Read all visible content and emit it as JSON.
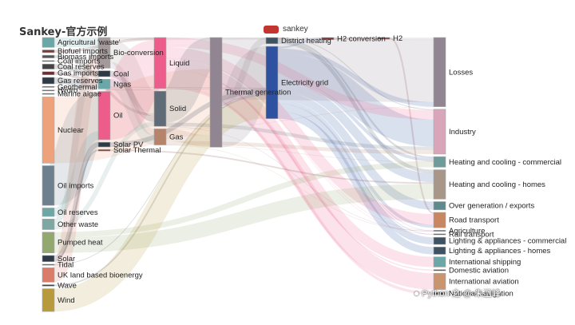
{
  "chart_data": {
    "type": "sankey",
    "title": "Sankey-官方示例",
    "legend": {
      "label": "sankey",
      "position": "top-center",
      "color": "#c23531"
    },
    "nodes": [
      {
        "name": "Agricultural 'waste'",
        "color": "#6ba7a6"
      },
      {
        "name": "Bio-conversion",
        "color": "#a49a9b"
      },
      {
        "name": "Liquid",
        "color": "#ec5d8c"
      },
      {
        "name": "Losses",
        "color": "#908590"
      },
      {
        "name": "Solid",
        "color": "#5f6b77"
      },
      {
        "name": "Gas",
        "color": "#b5846a"
      },
      {
        "name": "Biofuel imports",
        "color": "#7a3b3b"
      },
      {
        "name": "Biomass imports",
        "color": "#555555"
      },
      {
        "name": "Coal imports",
        "color": "#444444"
      },
      {
        "name": "Coal",
        "color": "#2e3a46"
      },
      {
        "name": "Coal reserves",
        "color": "#444444"
      },
      {
        "name": "District heating",
        "color": "#3e5261"
      },
      {
        "name": "Industry",
        "color": "#d9a5b8"
      },
      {
        "name": "Heating and cooling - commercial",
        "color": "#6e9c9a"
      },
      {
        "name": "Heating and cooling - homes",
        "color": "#a89688"
      },
      {
        "name": "Electricity grid",
        "color": "#2f52a0"
      },
      {
        "name": "Over generation / exports",
        "color": "#5e8a8e"
      },
      {
        "name": "H2 conversion",
        "color": "#7a3b3b"
      },
      {
        "name": "Road transport",
        "color": "#c88760"
      },
      {
        "name": "Agriculture",
        "color": "#444444"
      },
      {
        "name": "Rail transport",
        "color": "#444444"
      },
      {
        "name": "Lighting & appliances - commercial",
        "color": "#3e5261"
      },
      {
        "name": "Lighting & appliances - homes",
        "color": "#3e5261"
      },
      {
        "name": "Gas imports",
        "color": "#6a3030"
      },
      {
        "name": "Ngas",
        "color": "#6ba7a6"
      },
      {
        "name": "Gas reserves",
        "color": "#2e3a46"
      },
      {
        "name": "Thermal generation",
        "color": "#908590"
      },
      {
        "name": "Geothermal",
        "color": "#444444"
      },
      {
        "name": "H2",
        "color": "#7a3b3b"
      },
      {
        "name": "Hydro",
        "color": "#444444"
      },
      {
        "name": "International shipping",
        "color": "#6ba7a6"
      },
      {
        "name": "Domestic aviation",
        "color": "#444444"
      },
      {
        "name": "International aviation",
        "color": "#c8956e"
      },
      {
        "name": "National navigation",
        "color": "#444444"
      },
      {
        "name": "Marine algae",
        "color": "#444444"
      },
      {
        "name": "Nuclear",
        "color": "#eda27c"
      },
      {
        "name": "Oil imports",
        "color": "#6e7f8e"
      },
      {
        "name": "Oil",
        "color": "#ec5d8c"
      },
      {
        "name": "Oil reserves",
        "color": "#6ba7a6"
      },
      {
        "name": "Other waste",
        "color": "#7ea6a2"
      },
      {
        "name": "Pumped heat",
        "color": "#93a86e"
      },
      {
        "name": "Solar PV",
        "color": "#2e3a46"
      },
      {
        "name": "Solar Thermal",
        "color": "#7a3b3b"
      },
      {
        "name": "Solar",
        "color": "#2e3a46"
      },
      {
        "name": "Tidal",
        "color": "#444444"
      },
      {
        "name": "UK land based bioenergy",
        "color": "#d97c6a"
      },
      {
        "name": "Wave",
        "color": "#444444"
      },
      {
        "name": "Wind",
        "color": "#b79a3c"
      }
    ],
    "links": [
      {
        "source": "Agricultural 'waste'",
        "target": "Bio-conversion",
        "value": 124.729
      },
      {
        "source": "Bio-conversion",
        "target": "Liquid",
        "value": 0.597
      },
      {
        "source": "Bio-conversion",
        "target": "Losses",
        "value": 26.862
      },
      {
        "source": "Bio-conversion",
        "target": "Solid",
        "value": 280.322
      },
      {
        "source": "Bio-conversion",
        "target": "Gas",
        "value": 81.144
      },
      {
        "source": "Biofuel imports",
        "target": "Liquid",
        "value": 35
      },
      {
        "source": "Biomass imports",
        "target": "Solid",
        "value": 35
      },
      {
        "source": "Coal imports",
        "target": "Coal",
        "value": 11.606
      },
      {
        "source": "Coal reserves",
        "target": "Coal",
        "value": 63.965
      },
      {
        "source": "Coal",
        "target": "Solid",
        "value": 75.571
      },
      {
        "source": "District heating",
        "target": "Industry",
        "value": 10.639
      },
      {
        "source": "District heating",
        "target": "Heating and cooling - commercial",
        "value": 22.505
      },
      {
        "source": "District heating",
        "target": "Heating and cooling - homes",
        "value": 46.184
      },
      {
        "source": "Electricity grid",
        "target": "Over generation / exports",
        "value": 104.453
      },
      {
        "source": "Electricity grid",
        "target": "Heating and cooling - homes",
        "value": 113.726
      },
      {
        "source": "Electricity grid",
        "target": "H2 conversion",
        "value": 27.14
      },
      {
        "source": "Electricity grid",
        "target": "Industry",
        "value": 342.165
      },
      {
        "source": "Electricity grid",
        "target": "Road transport",
        "value": 37.797
      },
      {
        "source": "Electricity grid",
        "target": "Agriculture",
        "value": 4.412
      },
      {
        "source": "Electricity grid",
        "target": "Heating and cooling - commercial",
        "value": 40.858
      },
      {
        "source": "Electricity grid",
        "target": "Losses",
        "value": 56.691
      },
      {
        "source": "Electricity grid",
        "target": "Rail transport",
        "value": 7.863
      },
      {
        "source": "Electricity grid",
        "target": "Lighting & appliances - commercial",
        "value": 90.008
      },
      {
        "source": "Electricity grid",
        "target": "Lighting & appliances - homes",
        "value": 93.494
      },
      {
        "source": "Gas imports",
        "target": "Ngas",
        "value": 40.719
      },
      {
        "source": "Gas reserves",
        "target": "Ngas",
        "value": 82.233
      },
      {
        "source": "Gas",
        "target": "Heating and cooling - commercial",
        "value": 0.129
      },
      {
        "source": "Gas",
        "target": "Losses",
        "value": 1.401
      },
      {
        "source": "Gas",
        "target": "Thermal generation",
        "value": 151.891
      },
      {
        "source": "Gas",
        "target": "Agriculture",
        "value": 2.096
      },
      {
        "source": "Gas",
        "target": "Industry",
        "value": 48.58
      },
      {
        "source": "Geothermal",
        "target": "Electricity grid",
        "value": 7.013
      },
      {
        "source": "H2 conversion",
        "target": "H2",
        "value": 20.897
      },
      {
        "source": "H2 conversion",
        "target": "Losses",
        "value": 6.242
      },
      {
        "source": "H2",
        "target": "Road transport",
        "value": 20.897
      },
      {
        "source": "Hydro",
        "target": "Electricity grid",
        "value": 6.995
      },
      {
        "source": "Liquid",
        "target": "Industry",
        "value": 121.066
      },
      {
        "source": "Liquid",
        "target": "International shipping",
        "value": 128.69
      },
      {
        "source": "Liquid",
        "target": "Road transport",
        "value": 135.835
      },
      {
        "source": "Liquid",
        "target": "Domestic aviation",
        "value": 14.458
      },
      {
        "source": "Liquid",
        "target": "International aviation",
        "value": 206.267
      },
      {
        "source": "Liquid",
        "target": "Agriculture",
        "value": 3.64
      },
      {
        "source": "Liquid",
        "target": "National navigation",
        "value": 33.218
      },
      {
        "source": "Liquid",
        "target": "Rail transport",
        "value": 4.413
      },
      {
        "source": "Marine algae",
        "target": "Bio-conversion",
        "value": 4.375
      },
      {
        "source": "Ngas",
        "target": "Gas",
        "value": 122.952
      },
      {
        "source": "Nuclear",
        "target": "Thermal generation",
        "value": 839.978
      },
      {
        "source": "Oil imports",
        "target": "Oil",
        "value": 504.287
      },
      {
        "source": "Oil reserves",
        "target": "Oil",
        "value": 107.703
      },
      {
        "source": "Oil",
        "target": "Liquid",
        "value": 611.99
      },
      {
        "source": "Other waste",
        "target": "Solid",
        "value": 56.587
      },
      {
        "source": "Other waste",
        "target": "Bio-conversion",
        "value": 77.81
      },
      {
        "source": "Pumped heat",
        "target": "Heating and cooling - homes",
        "value": 193.026
      },
      {
        "source": "Pumped heat",
        "target": "Heating and cooling - commercial",
        "value": 70.672
      },
      {
        "source": "Solar PV",
        "target": "Electricity grid",
        "value": 59.901
      },
      {
        "source": "Solar Thermal",
        "target": "Heating and cooling - homes",
        "value": 19.263
      },
      {
        "source": "Solar",
        "target": "Solar Thermal",
        "value": 19.263
      },
      {
        "source": "Solar",
        "target": "Solar PV",
        "value": 59.901
      },
      {
        "source": "Solid",
        "target": "Agriculture",
        "value": 0.882
      },
      {
        "source": "Solid",
        "target": "Thermal generation",
        "value": 400.12
      },
      {
        "source": "Solid",
        "target": "Industry",
        "value": 46.477
      },
      {
        "source": "Thermal generation",
        "target": "Electricity grid",
        "value": 525.531
      },
      {
        "source": "Thermal generation",
        "target": "Losses",
        "value": 787.129
      },
      {
        "source": "Thermal generation",
        "target": "District heating",
        "value": 79.329
      },
      {
        "source": "Tidal",
        "target": "Electricity grid",
        "value": 9.452
      },
      {
        "source": "UK land based bioenergy",
        "target": "Bio-conversion",
        "value": 182.01
      },
      {
        "source": "Wave",
        "target": "Electricity grid",
        "value": 19.013
      },
      {
        "source": "Wind",
        "target": "Electricity grid",
        "value": 289.366
      }
    ]
  },
  "watermark": {
    "icon": "wechat-icon",
    "text": "Python 之 @ 朱卫峰"
  }
}
